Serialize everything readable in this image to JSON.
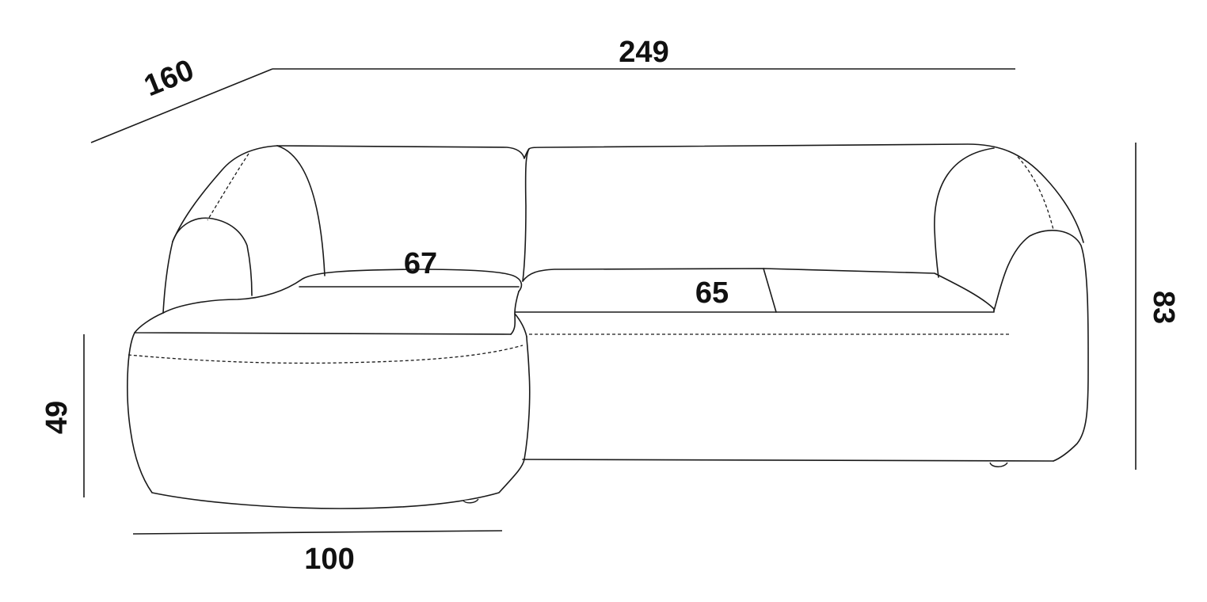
{
  "dimensions": {
    "total_width": "249",
    "depth": "160",
    "height": "83",
    "seat_height": "49",
    "chaise_width": "100",
    "chaise_seat_depth": "67",
    "seat_depth": "65"
  }
}
